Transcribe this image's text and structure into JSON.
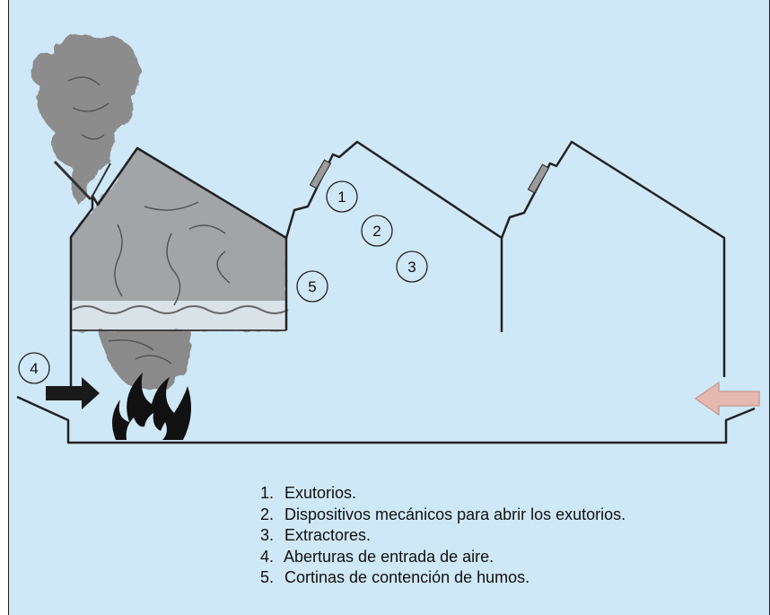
{
  "callouts": [
    {
      "id": "1",
      "label": "1"
    },
    {
      "id": "2",
      "label": "2"
    },
    {
      "id": "3",
      "label": "3"
    },
    {
      "id": "4",
      "label": "4"
    },
    {
      "id": "5",
      "label": "5"
    }
  ],
  "legend": [
    {
      "number": "1.",
      "text": "Exutorios."
    },
    {
      "number": "2.",
      "text": "Dispositivos mecánicos para abrir los exutorios."
    },
    {
      "number": "3.",
      "text": "Extractores."
    },
    {
      "number": "4.",
      "text": "Aberturas de entrada de aire."
    },
    {
      "number": "5.",
      "text": "Cortinas de contención de humos."
    }
  ],
  "colors": {
    "background": "#cfe8f7",
    "outline": "#222222",
    "smoke": "#8f8f8f",
    "inlet_arrow": "#1a1a1a",
    "outlet_arrow": "#e6b9b0"
  },
  "icons": {
    "fire": "fire-icon",
    "inlet": "arrow-right-icon",
    "outlet": "arrow-left-icon"
  }
}
